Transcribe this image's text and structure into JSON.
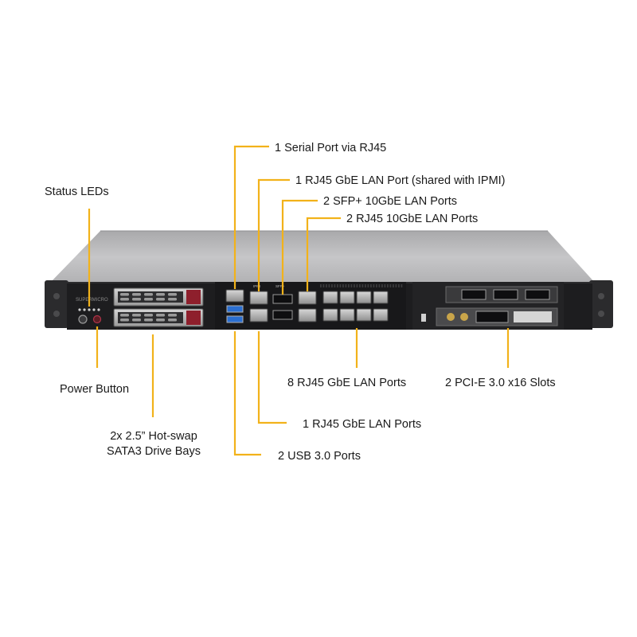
{
  "colors": {
    "callout_line": "#f2b21a",
    "chassis_top": "#bdbdbd",
    "chassis_front": "#1d1d1f",
    "background": "#ffffff"
  },
  "brand_text": "SUPERMICRO",
  "callouts": {
    "serial_port": "1 Serial Port via RJ45",
    "ipmi_lan": "1 RJ45 GbE LAN Port (shared with IPMI)",
    "sfp_ports": "2 SFP+ 10GbE LAN Ports",
    "rj45_10gbe": "2 RJ45 10GbE LAN Ports",
    "status_leds": "Status LEDs",
    "power_button": "Power Button",
    "drive_bays_line1": "2x 2.5” Hot-swap",
    "drive_bays_line2": "SATA3 Drive Bays",
    "rj45_gbe_8": "8 RJ45 GbE LAN Ports",
    "pcie_slots": "2 PCI-E 3.0 x16 Slots",
    "rj45_gbe_1": "1 RJ45 GbE LAN Ports",
    "usb_ports": "2 USB 3.0 Ports"
  },
  "port_markings": {
    "ipmi": "IPMI",
    "sfp": "SFP+"
  }
}
